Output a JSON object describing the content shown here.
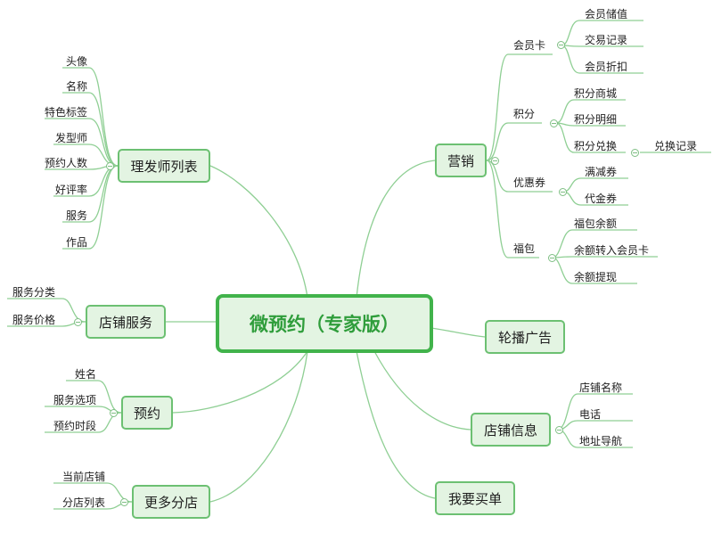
{
  "root": {
    "label": "微预约（专家版）"
  },
  "branches": {
    "barber_list": {
      "label": "理发师列表",
      "items": [
        "头像",
        "名称",
        "特色标签",
        "发型师",
        "预约人数",
        "好评率",
        "服务",
        "作品"
      ]
    },
    "store_service": {
      "label": "店铺服务",
      "items": [
        "服务分类",
        "服务价格"
      ]
    },
    "booking": {
      "label": "预约",
      "items": [
        "姓名",
        "服务选项",
        "预约时段"
      ]
    },
    "more_stores": {
      "label": "更多分店",
      "items": [
        "当前店铺",
        "分店列表"
      ]
    },
    "marketing": {
      "label": "营销",
      "membership_card": {
        "label": "会员卡",
        "items": [
          "会员储值",
          "交易记录",
          "会员折扣"
        ]
      },
      "points": {
        "label": "积分",
        "items": [
          "积分商城",
          "积分明细",
          "积分兑换"
        ],
        "exchange_record": "兑换记录"
      },
      "coupons": {
        "label": "优惠券",
        "items": [
          "满减券",
          "代金券"
        ]
      },
      "lucky_bag": {
        "label": "福包",
        "items": [
          "福包余额",
          "余额转入会员卡",
          "余额提现"
        ]
      }
    },
    "carousel_ads": {
      "label": "轮播广告"
    },
    "store_info": {
      "label": "店铺信息",
      "items": [
        "店铺名称",
        "电话",
        "地址导航"
      ]
    },
    "checkout": {
      "label": "我要买单"
    }
  },
  "colors": {
    "line": "#8fcf94",
    "node_fill": "#e3f4e2",
    "root_border": "#41b34b",
    "branch_border": "#6cc072"
  }
}
